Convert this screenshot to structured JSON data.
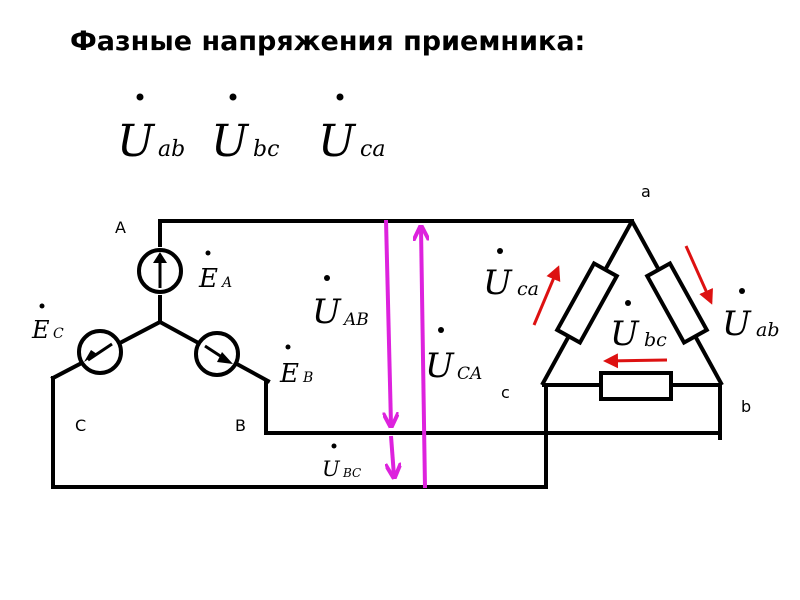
{
  "title": "Фазные напряжения приемника:",
  "header_symbols": [
    {
      "main": "U",
      "sub": "ab"
    },
    {
      "main": "U",
      "sub": "bc"
    },
    {
      "main": "U",
      "sub": "ca"
    }
  ],
  "source_nodes": {
    "a": "A",
    "b": "B",
    "c": "C"
  },
  "emf": [
    {
      "main": "E",
      "sub": "A"
    },
    {
      "main": "E",
      "sub": "В"
    },
    {
      "main": "E",
      "sub": "C"
    }
  ],
  "line_voltages": [
    {
      "main": "U",
      "sub": "AB"
    },
    {
      "main": "U",
      "sub": "CA"
    },
    {
      "main": "U",
      "sub": "BC"
    }
  ],
  "load_nodes": {
    "a": "a",
    "b": "b",
    "c": "c"
  },
  "phase_voltages": [
    {
      "main": "U",
      "sub": "ca"
    },
    {
      "main": "U",
      "sub": "bc"
    },
    {
      "main": "U",
      "sub": "ab"
    }
  ],
  "colors": {
    "wire": "#000000",
    "line_voltage_arrow": "#dd22dd",
    "phase_arrow": "#dd1111"
  }
}
